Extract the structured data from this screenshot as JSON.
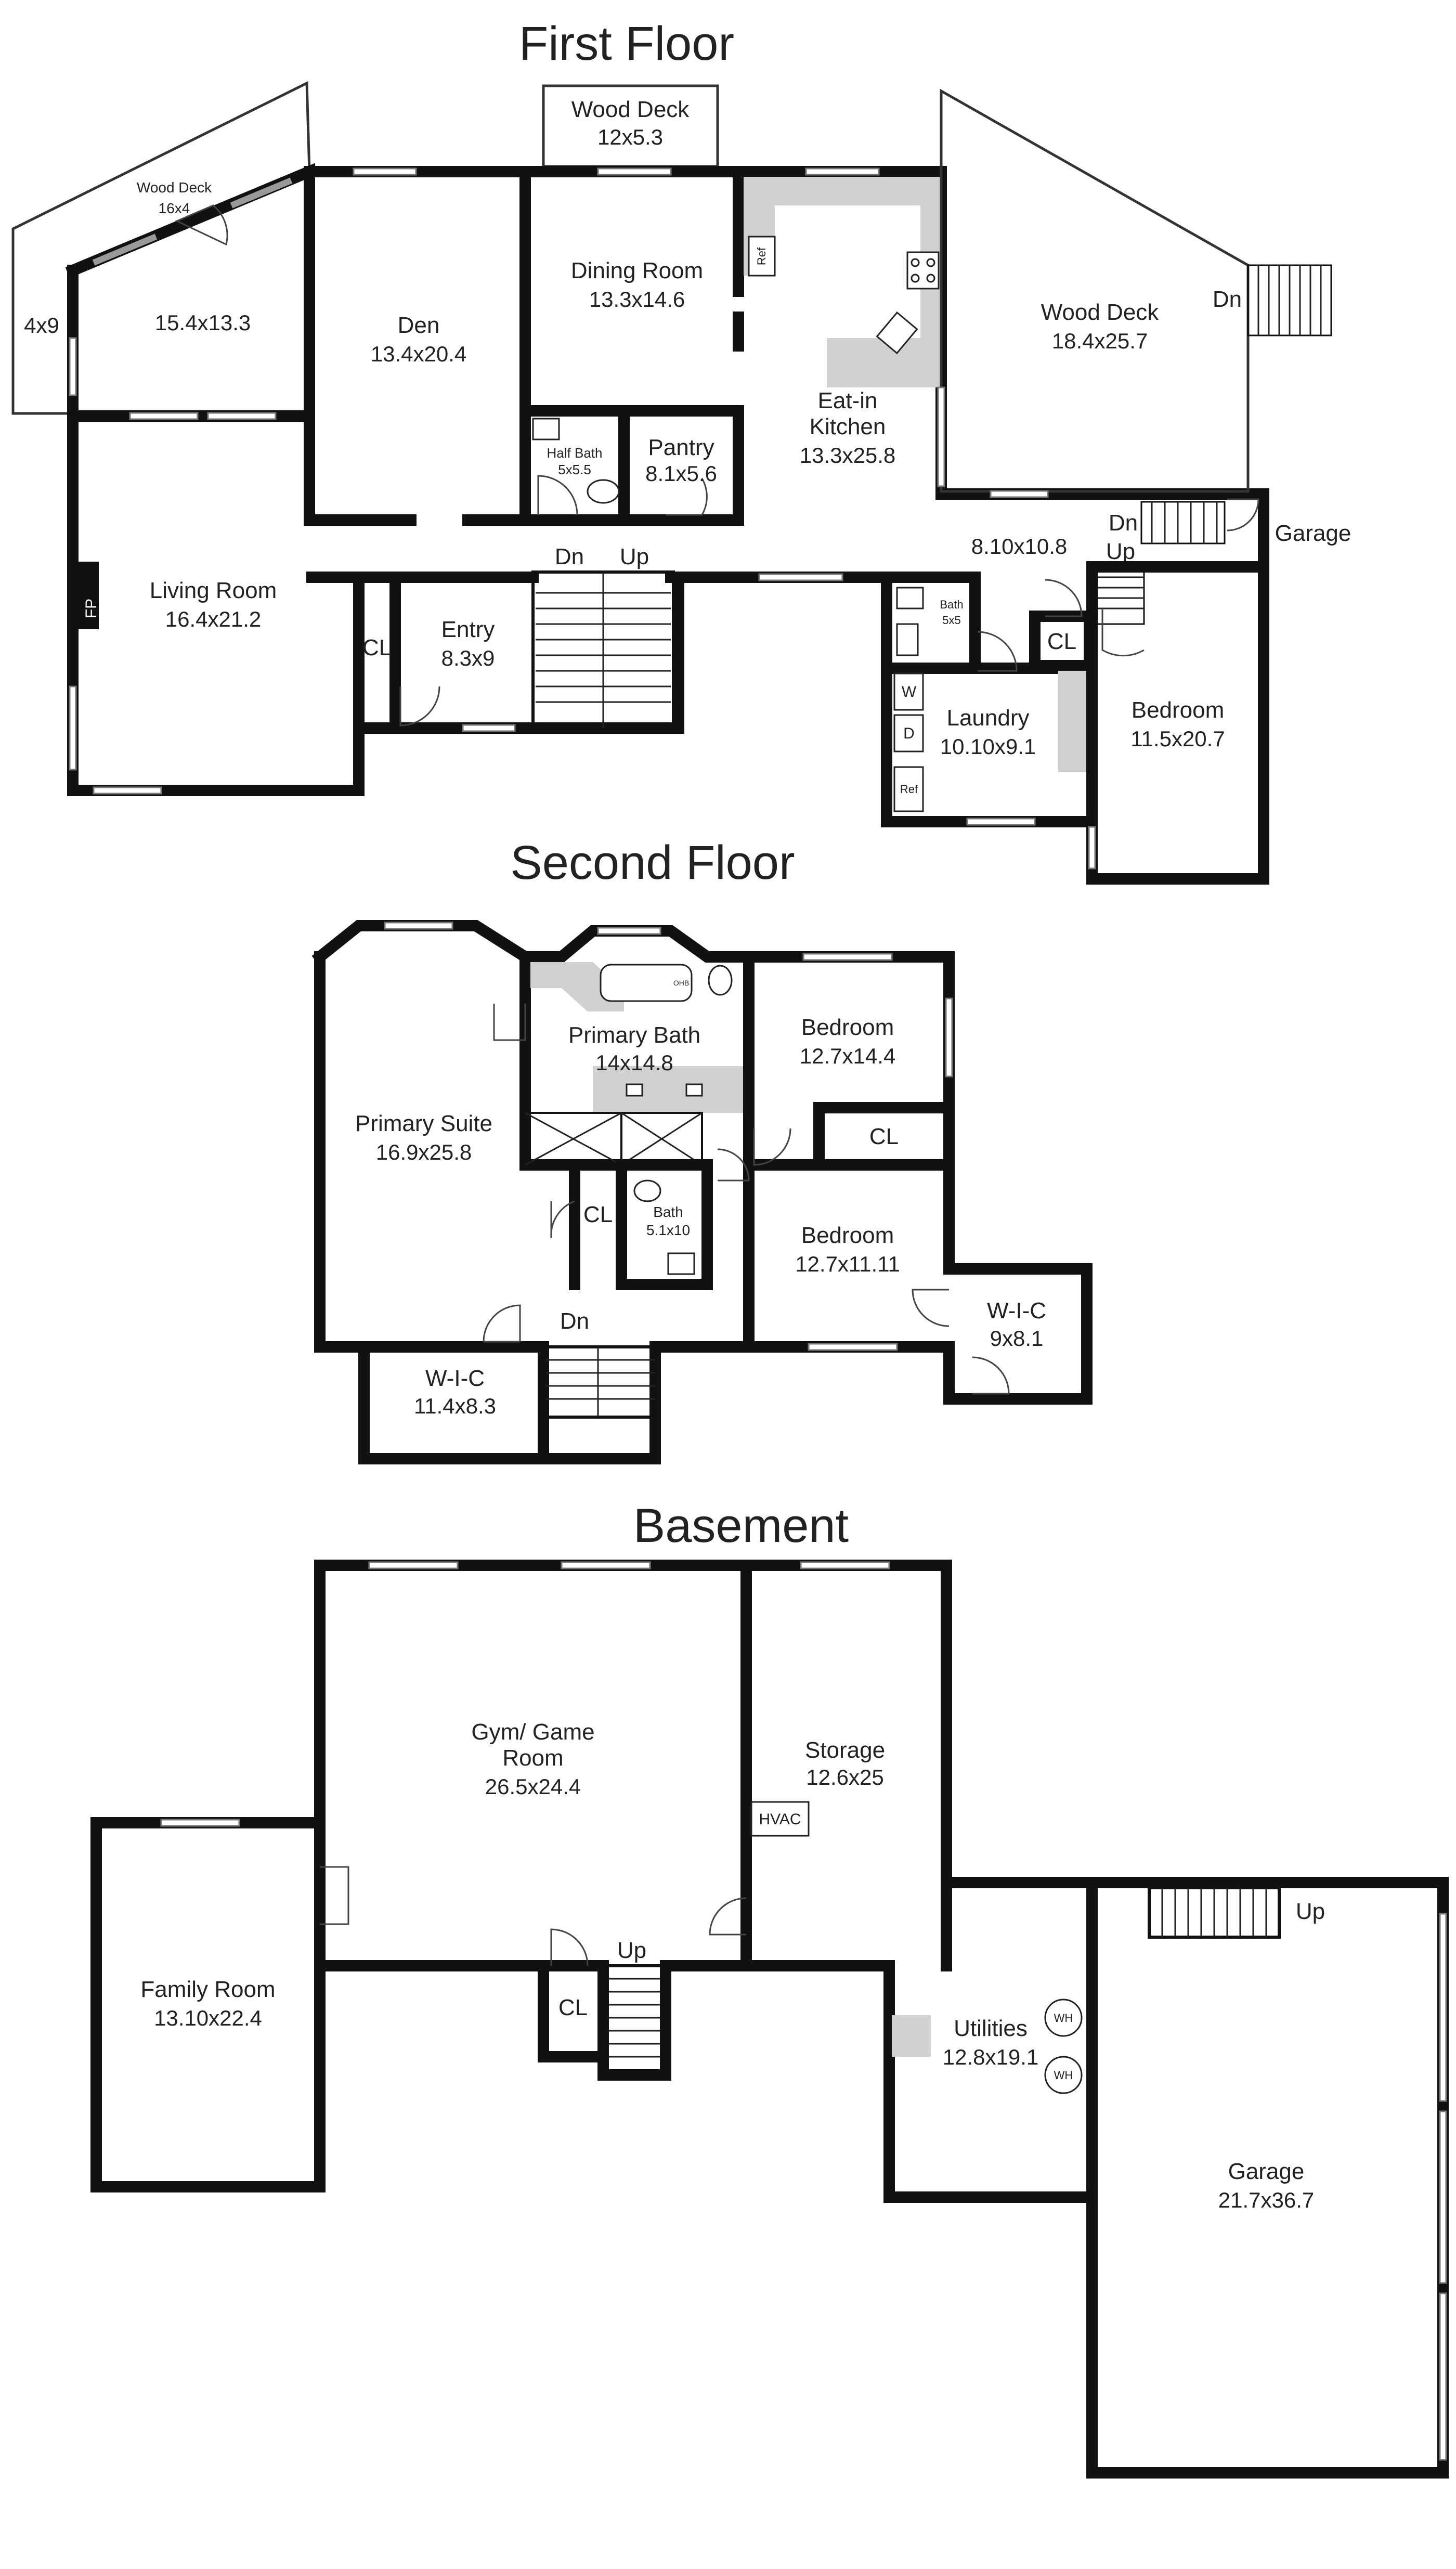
{
  "first_floor": {
    "title": "First Floor",
    "rooms": {
      "wood_deck_top": {
        "name": "Wood Deck",
        "dim": "12x5.3"
      },
      "wood_deck_left": {
        "name": "Wood Deck",
        "dim": "16x4"
      },
      "sunroom": {
        "dim": "15.4x13.3"
      },
      "deck_small": {
        "dim": "4x9"
      },
      "den": {
        "name": "Den",
        "dim": "13.4x20.4"
      },
      "dining": {
        "name": "Dining Room",
        "dim": "13.3x14.6"
      },
      "kitchen": {
        "name_line1": "Eat-in",
        "name_line2": "Kitchen",
        "dim": "13.3x25.8"
      },
      "wood_deck_right": {
        "name": "Wood Deck",
        "dim": "18.4x25.7"
      },
      "half_bath": {
        "name": "Half Bath",
        "dim": "5x5.5"
      },
      "pantry": {
        "name": "Pantry",
        "dim": "8.1x5.6"
      },
      "living": {
        "name": "Living Room",
        "dim": "16.4x21.2"
      },
      "entry": {
        "name": "Entry",
        "dim": "8.3x9"
      },
      "mudroom": {
        "dim": "8.10x10.8"
      },
      "bath_small": {
        "name": "Bath",
        "dim": "5x5"
      },
      "laundry": {
        "name": "Laundry",
        "dim": "10.10x9.1"
      },
      "bedroom": {
        "name": "Bedroom",
        "dim": "11.5x20.7"
      }
    },
    "labels": {
      "cl_entry": "CL",
      "cl_mud": "CL",
      "fp": "FP",
      "ref_kitchen": "Ref",
      "ref_laundry": "Ref",
      "washer": "W",
      "dryer": "D",
      "stair_dn": "Dn",
      "stair_up": "Up",
      "deck_dn": "Dn",
      "garage_dn": "Dn",
      "garage_up": "Up",
      "garage": "Garage"
    }
  },
  "second_floor": {
    "title": "Second Floor",
    "rooms": {
      "primary_suite": {
        "name": "Primary Suite",
        "dim": "16.9x25.8"
      },
      "primary_bath": {
        "name": "Primary Bath",
        "dim": "14x14.8"
      },
      "bedroom_1": {
        "name": "Bedroom",
        "dim": "12.7x14.4"
      },
      "bedroom_2": {
        "name": "Bedroom",
        "dim": "12.7x11.11"
      },
      "bath": {
        "name": "Bath",
        "dim": "5.1x10"
      },
      "wic_1": {
        "name": "W-I-C",
        "dim": "11.4x8.3"
      },
      "wic_2": {
        "name": "W-I-C",
        "dim": "9x8.1"
      }
    },
    "labels": {
      "cl_hall": "CL",
      "cl_bedroom": "CL",
      "stair_dn": "Dn",
      "tub": "OHB"
    }
  },
  "basement": {
    "title": "Basement",
    "rooms": {
      "gym": {
        "name_line1": "Gym/ Game",
        "name_line2": "Room",
        "dim": "26.5x24.4"
      },
      "storage": {
        "name": "Storage",
        "dim": "12.6x25"
      },
      "family": {
        "name": "Family Room",
        "dim": "13.10x22.4"
      },
      "utilities": {
        "name": "Utilities",
        "dim": "12.8x19.1"
      },
      "garage": {
        "name": "Garage",
        "dim": "21.7x36.7"
      }
    },
    "labels": {
      "hvac": "HVAC",
      "cl": "CL",
      "stair_up": "Up",
      "garage_up": "Up",
      "wh1": "WH",
      "wh2": "WH"
    }
  }
}
